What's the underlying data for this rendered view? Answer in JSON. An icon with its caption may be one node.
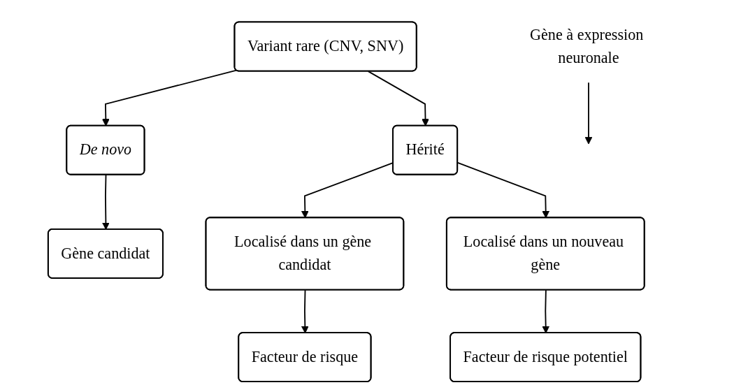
{
  "diagram": {
    "nodes": [
      {
        "text": [
          "Variant rare (CNV, SNV)"
        ]
      },
      {
        "text": [
          "Gène à expression neuronale"
        ]
      },
      {
        "text": [
          "De novo"
        ]
      },
      {
        "text": [
          "Hérité"
        ]
      },
      {
        "text": [
          "Localisé dans un gène candidat"
        ]
      },
      {
        "text": [
          "Localisé dans un nouveau gène"
        ]
      },
      {
        "text": [
          "Gène candidat"
        ]
      },
      {
        "text": [
          "Facteur de risque"
        ]
      },
      {
        "text": [
          "Facteur de risque potentiel"
        ]
      }
    ],
    "edges": [
      {
        "from": 1,
        "to": null,
        "arrow": "to"
      },
      {
        "from": 0,
        "to": 2,
        "arrow": "to"
      },
      {
        "from": 0,
        "to": 3,
        "arrow": "to"
      },
      {
        "from": 3,
        "to": 4,
        "arrow": "to"
      },
      {
        "from": 3,
        "to": 5,
        "arrow": "to"
      },
      {
        "from": 2,
        "to": 6,
        "arrow": "to"
      },
      {
        "from": 4,
        "to": 7,
        "arrow": "to"
      },
      {
        "from": 5,
        "to": 8,
        "arrow": "to"
      }
    ]
  }
}
